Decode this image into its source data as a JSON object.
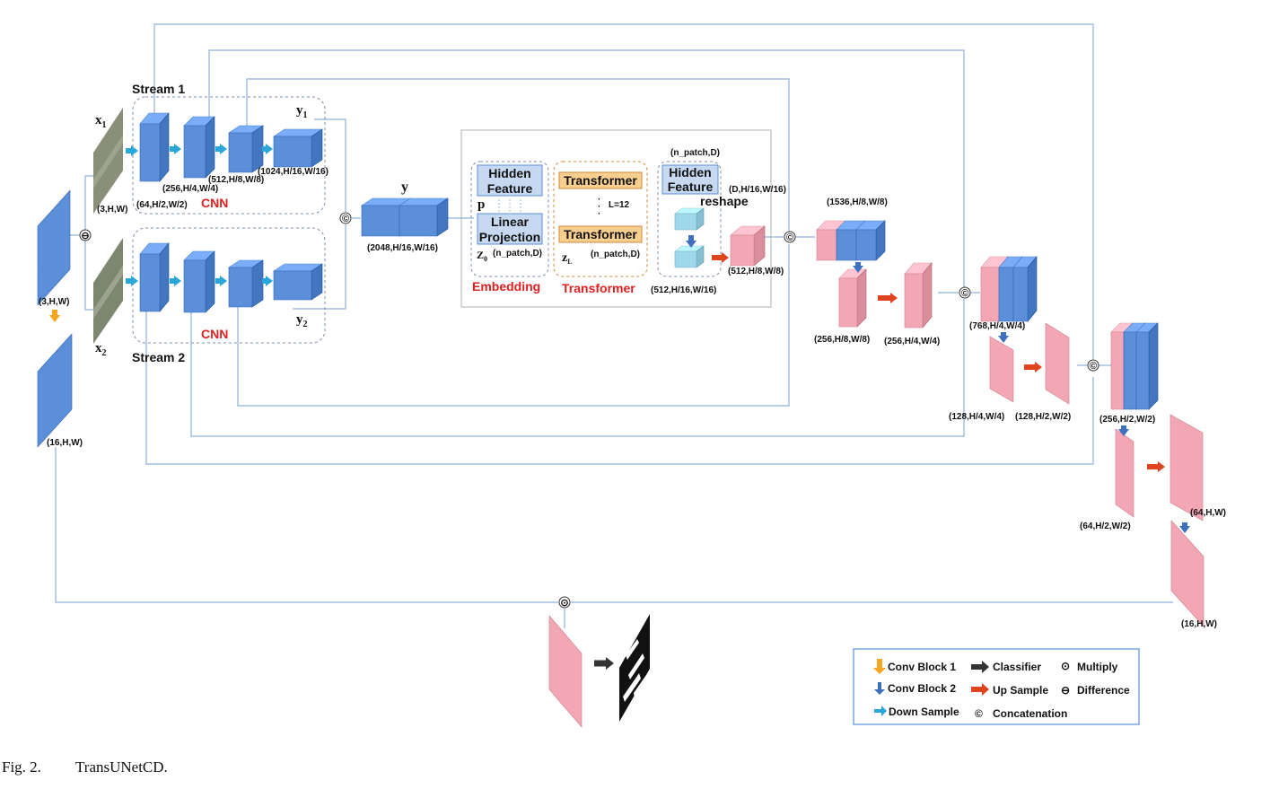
{
  "figure": {
    "caption_label": "Fig. 2.",
    "caption_title": "TransUNetCD."
  },
  "inputs": {
    "x1": "x",
    "x1_sub": "1",
    "x2": "x",
    "x2_sub": "2",
    "y1": "y",
    "y1_sub": "1",
    "y2": "y",
    "y2_sub": "2",
    "y": "y"
  },
  "labels": {
    "stream1": "Stream 1",
    "stream2": "Stream 2",
    "cnn1": "CNN",
    "cnn2": "CNN",
    "embedding": "Embedding",
    "transformer_section": "Transformer",
    "reshape": "reshape"
  },
  "dims": {
    "in1": "(3,H,W)",
    "diff_out": "(3,H,W)",
    "conv1_out": "(16,H,W)",
    "s1_64": "(64,H/2,W/2)",
    "s1_256": "(256,H/4,W/4)",
    "s1_512": "(512,H/8,W/8)",
    "s1_1024": "(1024,H/16,W/16)",
    "concat_y": "(2048,H/16,W/16)",
    "z0_shape": "(n_patch,D)",
    "zl_shape": "(n_patch,D)",
    "hf_shape": "(n_patch,D)",
    "reshape_dim": "(D,H/16,W/16)",
    "reshape_out": "(512,H/16,W/16)",
    "pink_512": "(512,H/8,W/8)",
    "d1536": "(1536,H/8,W/8)",
    "d256a": "(256,H/8,W/8)",
    "d256b": "(256,H/4,W/4)",
    "d768": "(768,H/4,W/4)",
    "d128a": "(128,H/4,W/4)",
    "d128b": "(128,H/2,W/2)",
    "d256c": "(256,H/2,W/2)",
    "d64a": "(64,H/2,W/2)",
    "d64b": "(64,H,W)",
    "d16": "(16,H,W)"
  },
  "transformer_block": {
    "hidden_feature": [
      "Hidden",
      "Feature"
    ],
    "p": "p",
    "linear_projection": [
      "Linear",
      "Projection"
    ],
    "z0": "Z",
    "z0_sub": "0",
    "transformer_top": "Transformer",
    "transformer_bottom": "Transformer",
    "l12": "L=12",
    "zl": "z",
    "zl_sub": "L",
    "hidden_feature2": [
      "Hidden",
      "Feature"
    ]
  },
  "symbols": {
    "concat": "©",
    "diff": "⊖",
    "multiply": "⊙"
  },
  "legend": {
    "conv1": "Conv Block 1",
    "conv2": "Conv Block 2",
    "down": "Down Sample",
    "classifier": "Classifier",
    "up": "Up Sample",
    "concat": "Concatenation",
    "multiply": "Multiply",
    "difference": "Difference"
  },
  "colors": {
    "blue": "#5b8fd9",
    "blue_dark": "#3f6fbf",
    "pink": "#f3a6b4",
    "pink_dark": "#e07f92",
    "line": "#7da5d8",
    "orange": "#f5a623",
    "red_arrow": "#e0441f",
    "cyan": "#9fd8ea",
    "embed_fill": "#c6d9f1",
    "transformer_fill": "#f9cf8f"
  }
}
